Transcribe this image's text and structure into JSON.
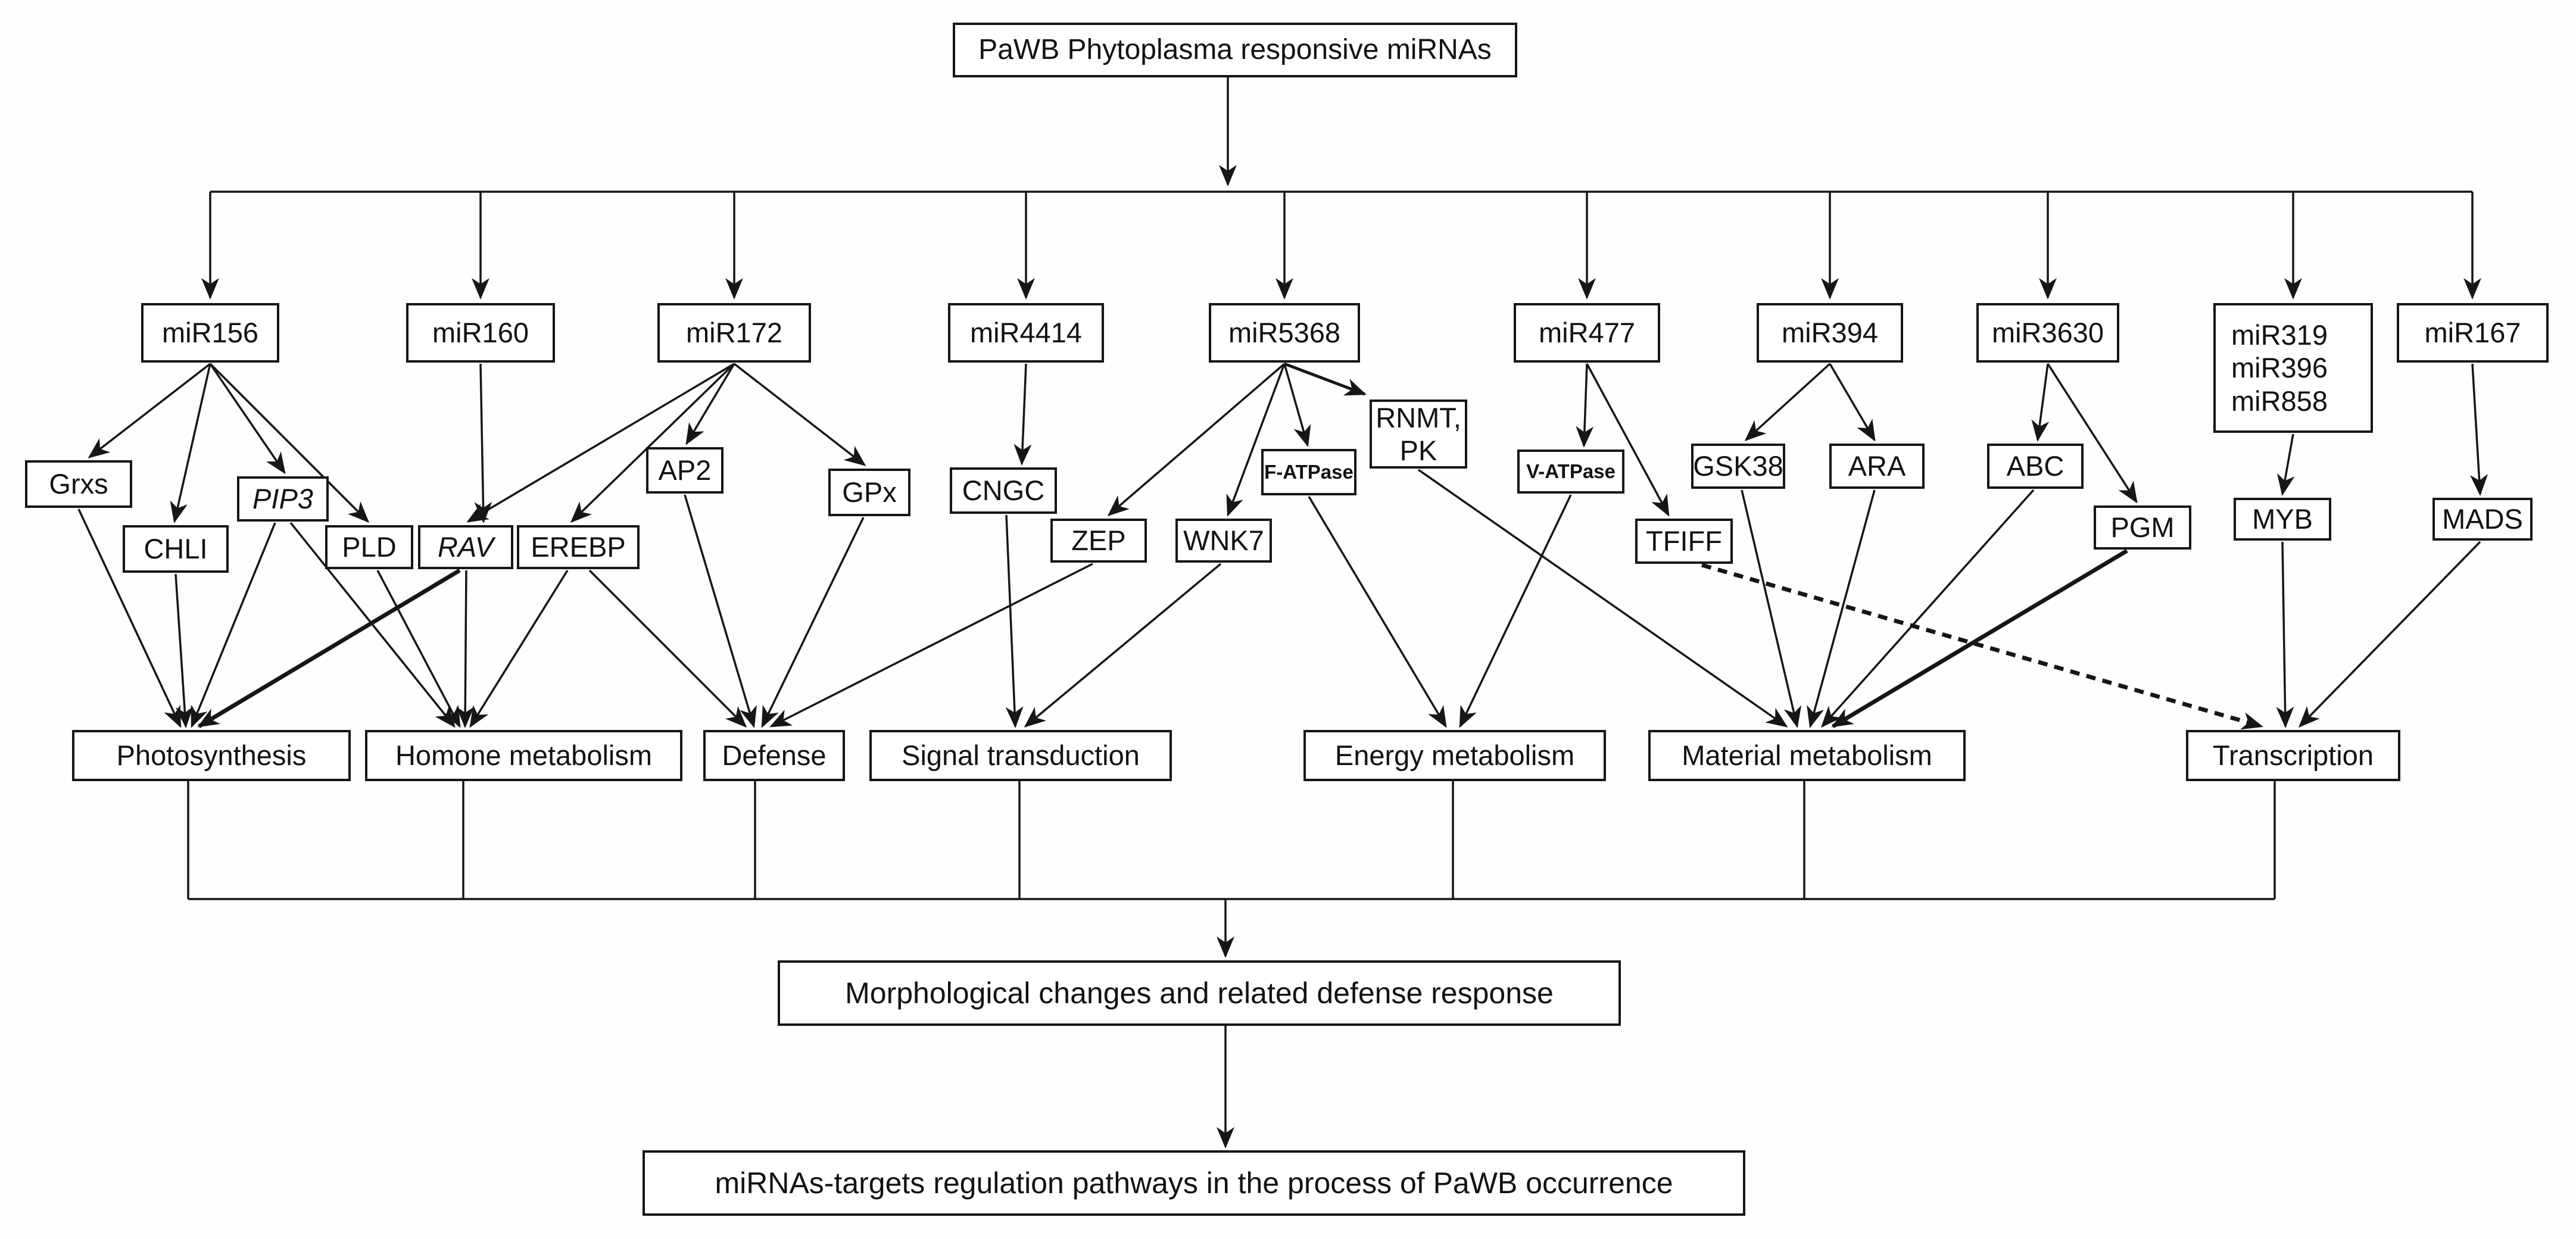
{
  "diagram": {
    "title": "PaWB Phytoplasma responsive miRNAs",
    "nodes": {
      "top": {
        "label": "PaWB Phytoplasma responsive miRNAs",
        "role": "root"
      },
      "miR156": {
        "label": "miR156",
        "role": "miRNA"
      },
      "miR160": {
        "label": "miR160",
        "role": "miRNA"
      },
      "miR172": {
        "label": "miR172",
        "role": "miRNA"
      },
      "miR4414": {
        "label": "miR4414",
        "role": "miRNA"
      },
      "miR5368": {
        "label": "miR5368",
        "role": "miRNA"
      },
      "miR477": {
        "label": "miR477",
        "role": "miRNA"
      },
      "miR394": {
        "label": "miR394",
        "role": "miRNA"
      },
      "miR3630": {
        "label": "miR3630",
        "role": "miRNA"
      },
      "miR319": {
        "label": "miR319\nmiR396\nmiR858",
        "role": "miRNA-group"
      },
      "miR167": {
        "label": "miR167",
        "role": "miRNA"
      },
      "Grxs": {
        "label": "Grxs",
        "role": "target"
      },
      "PIP3": {
        "label": "PIP3",
        "role": "target",
        "italic": true
      },
      "CHLI": {
        "label": "CHLI",
        "role": "target"
      },
      "PLD": {
        "label": "PLD",
        "role": "target"
      },
      "RAV": {
        "label": "RAV",
        "role": "target",
        "italic": true
      },
      "EREBP": {
        "label": "EREBP",
        "role": "target"
      },
      "AP2": {
        "label": "AP2",
        "role": "target"
      },
      "GPx": {
        "label": "GPx",
        "role": "target"
      },
      "CNGC": {
        "label": "CNGC",
        "role": "target"
      },
      "ZEP": {
        "label": "ZEP",
        "role": "target"
      },
      "WNK7": {
        "label": "WNK7",
        "role": "target"
      },
      "FATPase": {
        "label": "F-ATPase",
        "role": "target"
      },
      "RNMT_PK": {
        "label": "RNMT,\nPK",
        "role": "target"
      },
      "VATPase": {
        "label": "V-ATPase",
        "role": "target"
      },
      "GSK38": {
        "label": "GSK38",
        "role": "target"
      },
      "ARA": {
        "label": "ARA",
        "role": "target"
      },
      "TFIFF": {
        "label": "TFIFF",
        "role": "target"
      },
      "ABC": {
        "label": "ABC",
        "role": "target"
      },
      "PGM": {
        "label": "PGM",
        "role": "target"
      },
      "MYB": {
        "label": "MYB",
        "role": "target"
      },
      "MADS": {
        "label": "MADS",
        "role": "target"
      },
      "cat_photo": {
        "label": "Photosynthesis",
        "role": "category"
      },
      "cat_homone": {
        "label": "Homone metabolism",
        "role": "category"
      },
      "cat_defense": {
        "label": "Defense",
        "role": "category"
      },
      "cat_signal": {
        "label": "Signal transduction",
        "role": "category"
      },
      "cat_energy": {
        "label": "Energy metabolism",
        "role": "category"
      },
      "cat_material": {
        "label": "Material metabolism",
        "role": "category"
      },
      "cat_trans": {
        "label": "Transcription",
        "role": "category"
      },
      "morph": {
        "label": "Morphological changes and related defense response",
        "role": "summary"
      },
      "outcome": {
        "label": "miRNAs-targets regulation pathways in the process of PaWB occurrence",
        "role": "conclusion"
      }
    },
    "edges": [
      {
        "from": "top",
        "to": "miR156"
      },
      {
        "from": "top",
        "to": "miR160"
      },
      {
        "from": "top",
        "to": "miR172"
      },
      {
        "from": "top",
        "to": "miR4414"
      },
      {
        "from": "top",
        "to": "miR5368"
      },
      {
        "from": "top",
        "to": "miR477"
      },
      {
        "from": "top",
        "to": "miR394"
      },
      {
        "from": "top",
        "to": "miR3630"
      },
      {
        "from": "top",
        "to": "miR319"
      },
      {
        "from": "top",
        "to": "miR167"
      },
      {
        "from": "miR156",
        "to": "Grxs"
      },
      {
        "from": "miR156",
        "to": "CHLI"
      },
      {
        "from": "miR156",
        "to": "PIP3"
      },
      {
        "from": "miR156",
        "to": "PLD"
      },
      {
        "from": "miR160",
        "to": "RAV"
      },
      {
        "from": "miR172",
        "to": "RAV"
      },
      {
        "from": "miR172",
        "to": "EREBP"
      },
      {
        "from": "miR172",
        "to": "AP2"
      },
      {
        "from": "miR172",
        "to": "GPx"
      },
      {
        "from": "miR4414",
        "to": "CNGC"
      },
      {
        "from": "miR5368",
        "to": "ZEP"
      },
      {
        "from": "miR5368",
        "to": "WNK7"
      },
      {
        "from": "miR5368",
        "to": "FATPase"
      },
      {
        "from": "miR5368",
        "to": "RNMT_PK",
        "style": "semibold"
      },
      {
        "from": "miR477",
        "to": "VATPase"
      },
      {
        "from": "miR477",
        "to": "TFIFF"
      },
      {
        "from": "miR394",
        "to": "GSK38"
      },
      {
        "from": "miR394",
        "to": "ARA"
      },
      {
        "from": "miR3630",
        "to": "ABC"
      },
      {
        "from": "miR3630",
        "to": "PGM"
      },
      {
        "from": "miR319",
        "to": "MYB"
      },
      {
        "from": "miR167",
        "to": "MADS"
      },
      {
        "from": "Grxs",
        "to": "cat_photo"
      },
      {
        "from": "CHLI",
        "to": "cat_photo"
      },
      {
        "from": "PIP3",
        "to": "cat_photo"
      },
      {
        "from": "RAV",
        "to": "cat_photo",
        "style": "bold"
      },
      {
        "from": "PIP3",
        "to": "cat_homone"
      },
      {
        "from": "PLD",
        "to": "cat_homone"
      },
      {
        "from": "RAV",
        "to": "cat_homone"
      },
      {
        "from": "EREBP",
        "to": "cat_homone"
      },
      {
        "from": "EREBP",
        "to": "cat_defense"
      },
      {
        "from": "AP2",
        "to": "cat_defense"
      },
      {
        "from": "GPx",
        "to": "cat_defense"
      },
      {
        "from": "ZEP",
        "to": "cat_defense"
      },
      {
        "from": "CNGC",
        "to": "cat_signal"
      },
      {
        "from": "WNK7",
        "to": "cat_signal"
      },
      {
        "from": "FATPase",
        "to": "cat_energy"
      },
      {
        "from": "VATPase",
        "to": "cat_energy"
      },
      {
        "from": "RNMT_PK",
        "to": "cat_material"
      },
      {
        "from": "GSK38",
        "to": "cat_material"
      },
      {
        "from": "ARA",
        "to": "cat_material"
      },
      {
        "from": "ABC",
        "to": "cat_material"
      },
      {
        "from": "PGM",
        "to": "cat_material",
        "style": "bold"
      },
      {
        "from": "TFIFF",
        "to": "cat_trans",
        "style": "bold-dashed"
      },
      {
        "from": "MYB",
        "to": "cat_trans"
      },
      {
        "from": "MADS",
        "to": "cat_trans"
      },
      {
        "from": "cat_photo",
        "to": "morph"
      },
      {
        "from": "cat_homone",
        "to": "morph"
      },
      {
        "from": "cat_defense",
        "to": "morph"
      },
      {
        "from": "cat_signal",
        "to": "morph"
      },
      {
        "from": "cat_energy",
        "to": "morph"
      },
      {
        "from": "cat_material",
        "to": "morph"
      },
      {
        "from": "cat_trans",
        "to": "morph"
      },
      {
        "from": "morph",
        "to": "outcome"
      }
    ],
    "line_color": "#161616"
  }
}
